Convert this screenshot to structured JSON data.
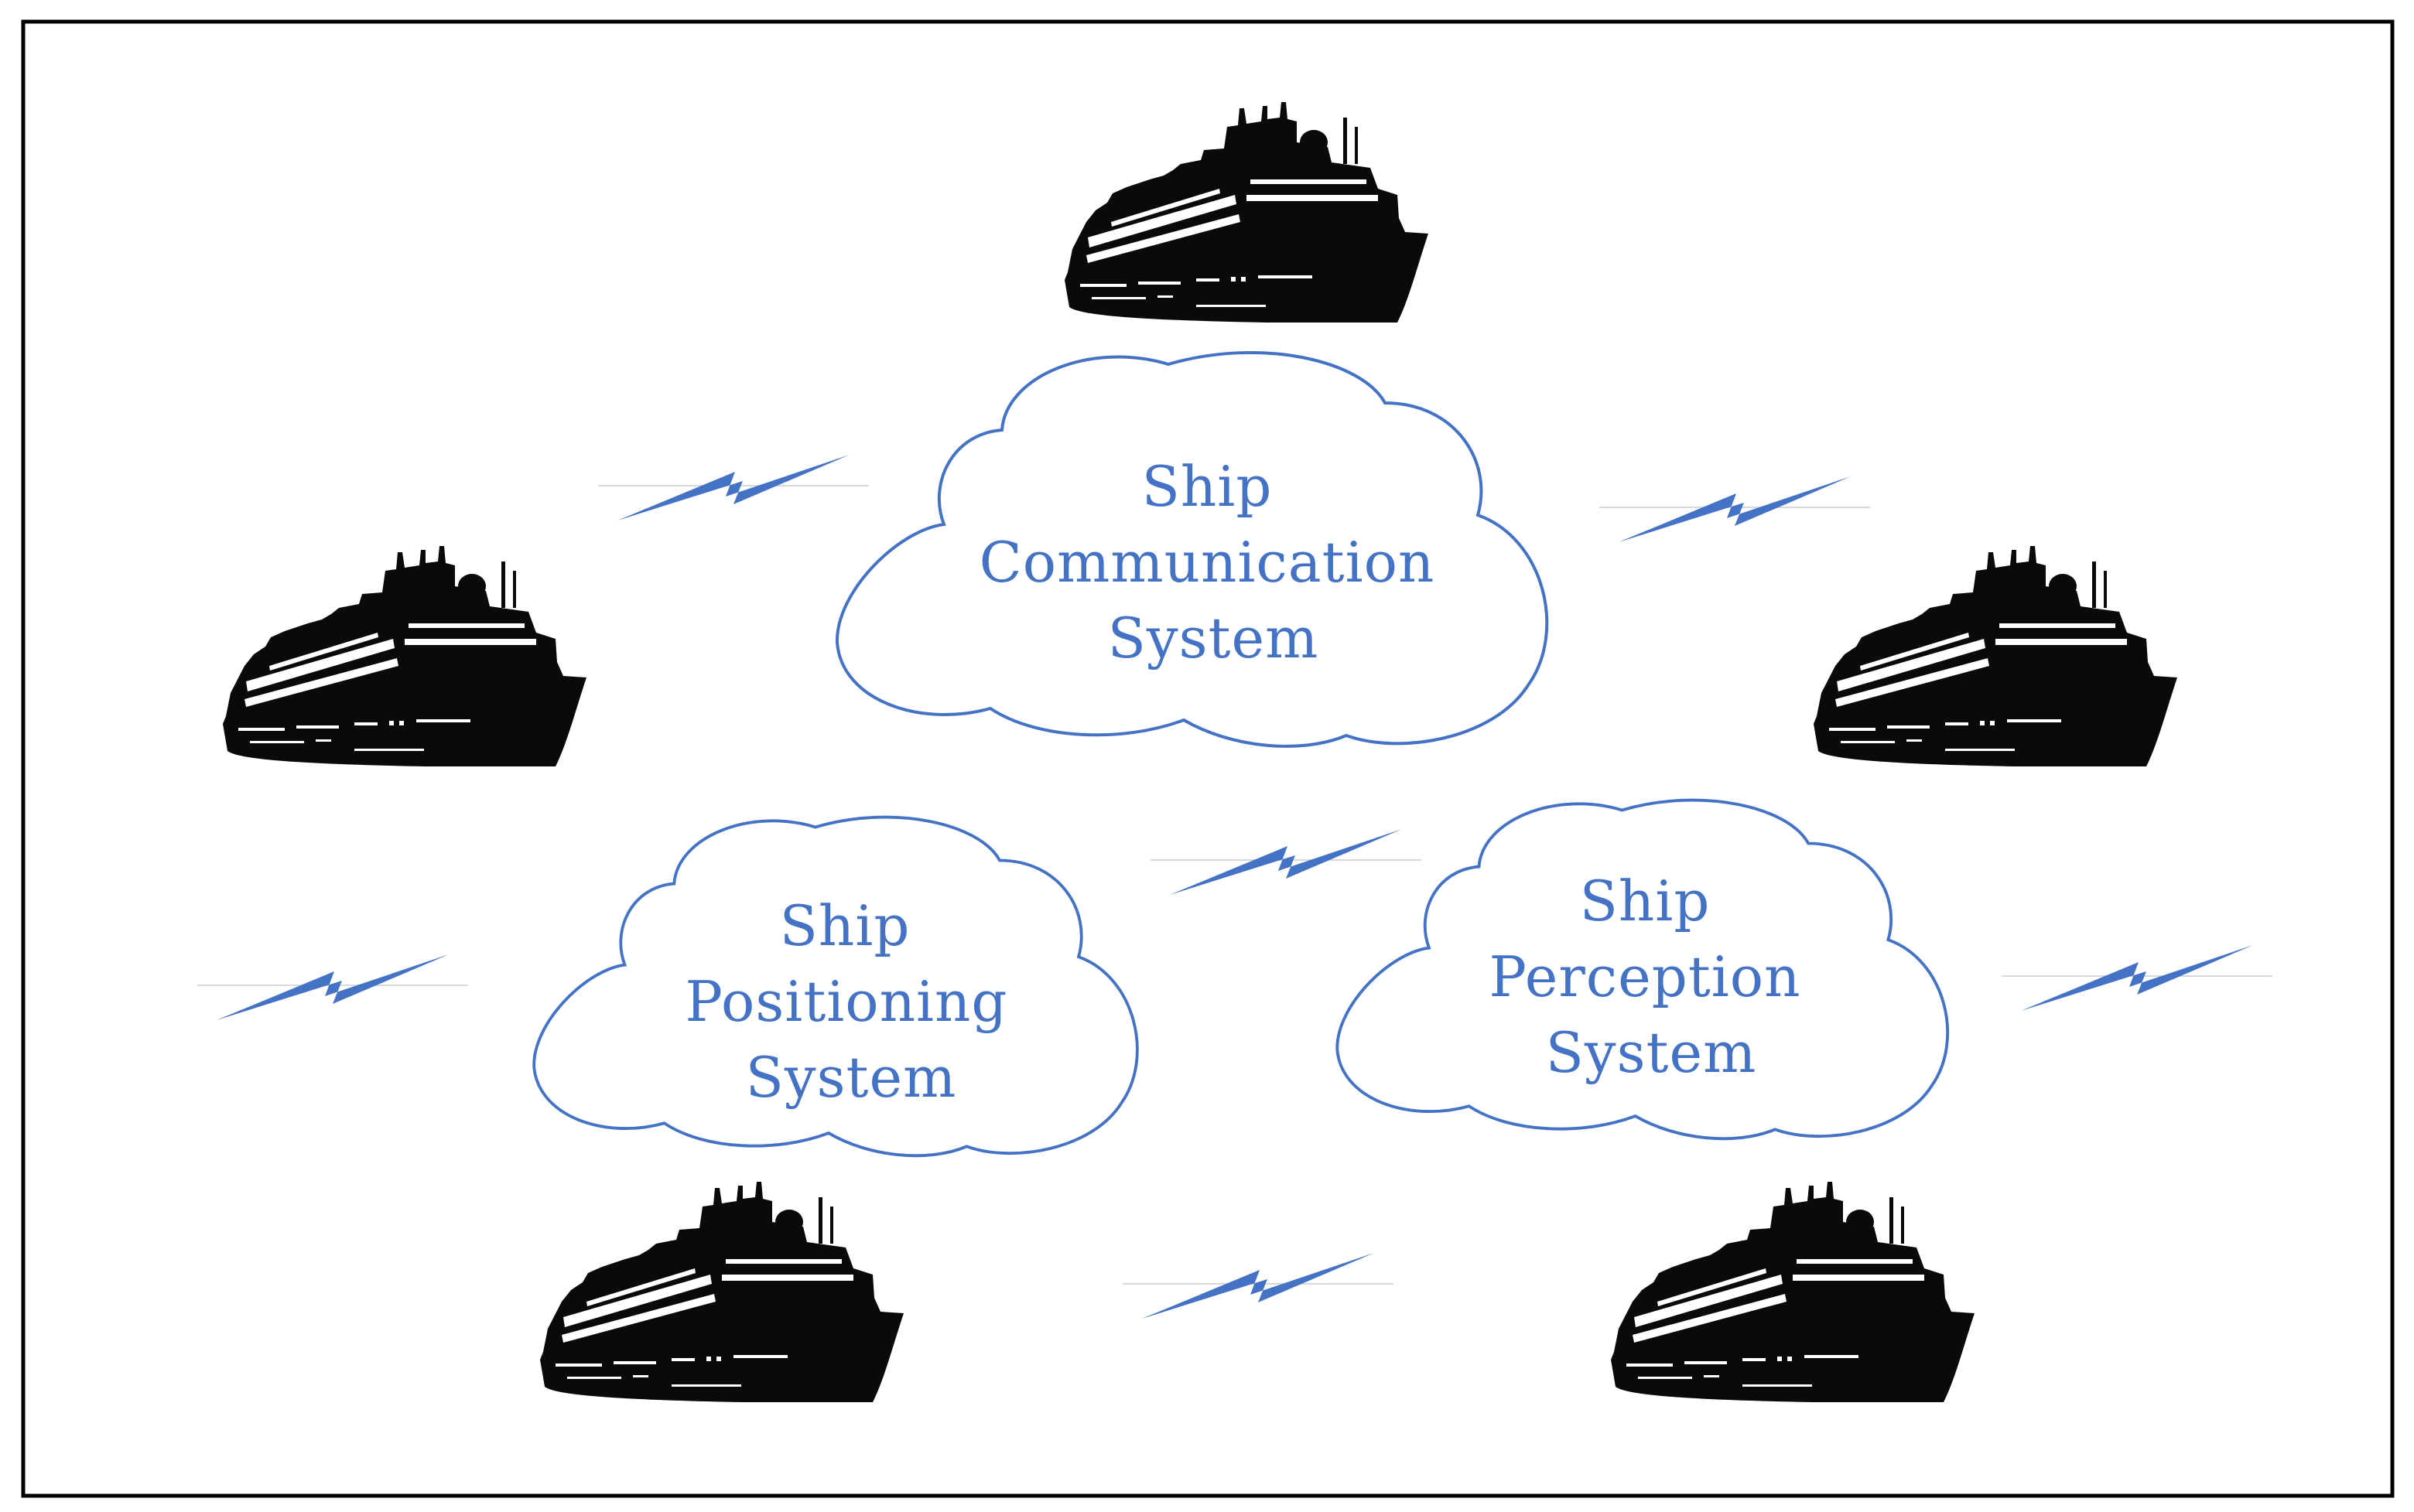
{
  "clouds": [
    {
      "id": "communication",
      "lines": [
        "Ship",
        "Communication",
        "System"
      ]
    },
    {
      "id": "positioning",
      "lines": [
        "Ship",
        "Positioning",
        "System"
      ]
    },
    {
      "id": "perception",
      "lines": [
        "Ship",
        "Perception",
        "System"
      ]
    }
  ],
  "ships": [
    "top-center",
    "middle-left",
    "middle-right",
    "bottom-left",
    "bottom-right"
  ],
  "colors": {
    "accent": "#4472C4",
    "ship": "#0a0a0a",
    "frame": "#000000",
    "signal_line": "#d0d0d0"
  },
  "icons": [
    "ship-icon",
    "lightning-bolt-icon",
    "cloud-icon"
  ]
}
